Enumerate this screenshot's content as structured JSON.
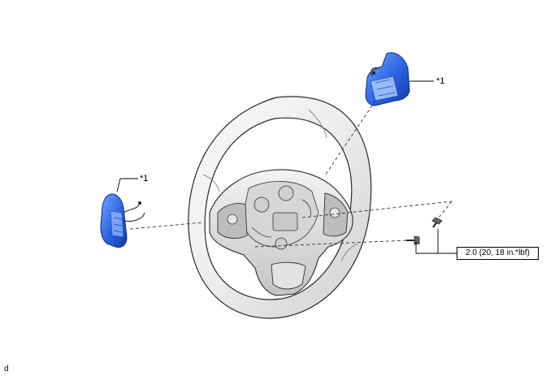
{
  "callouts": {
    "paddle_right_label": "*1",
    "paddle_left_label": "*1"
  },
  "torque": {
    "value_text": "2.0 (20, 18 in.*lbf)"
  },
  "figure": {
    "code": "d"
  },
  "colors": {
    "paddle_blue": "#1a4fd8",
    "paddle_light": "#6fa8ff",
    "wheel_fill": "#f4f4f4",
    "wheel_shade": "#c9c9c9",
    "outline": "#2a2a2a"
  }
}
